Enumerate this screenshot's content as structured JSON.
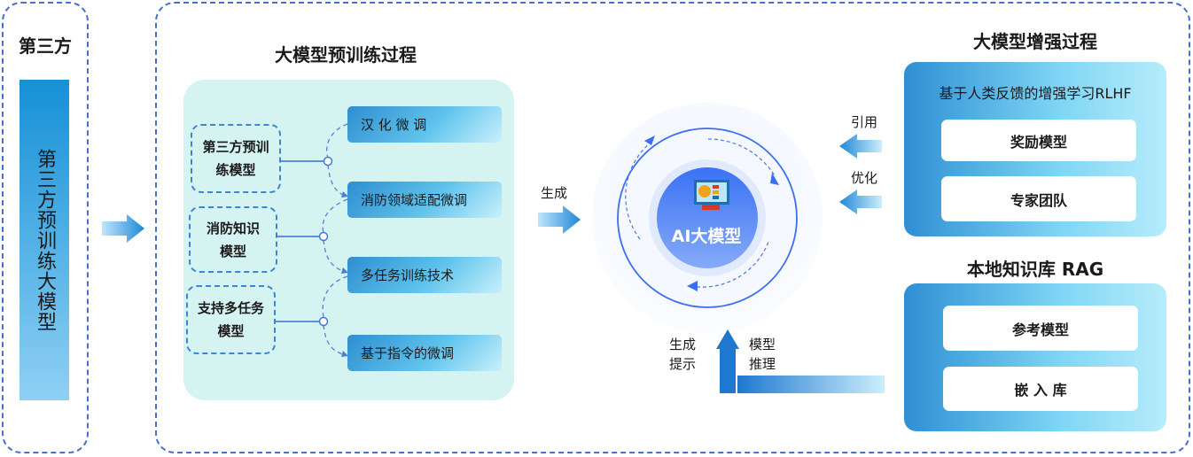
{
  "left": {
    "title": "第三方",
    "bar_text": "第三方预训练大模型"
  },
  "pretrain": {
    "title": "大模型预训练过程",
    "sources": [
      "第三方预训练模型",
      "消防知识模型",
      "支持多任务模型"
    ],
    "steps": [
      "汉 化 微 调",
      "消防领域适配微调",
      "多任务训练技术",
      "基于指令的微调"
    ]
  },
  "generate_label": "生成",
  "center": {
    "label": "AI大模型",
    "icon": "ai-monitor-icon"
  },
  "enhance": {
    "title": "大模型增强过程",
    "subtitle": "基于人类反馈的增强学习RLHF",
    "items": [
      "奖励模型",
      "专家团队"
    ],
    "cite_label": "引用",
    "optimize_label": "优化"
  },
  "rag": {
    "title": "本地知识库 RAG",
    "items": [
      "参考模型",
      "嵌 入 库"
    ]
  },
  "bottom": {
    "left_label": "生成\n提示",
    "right_label": "模型\n推理"
  }
}
